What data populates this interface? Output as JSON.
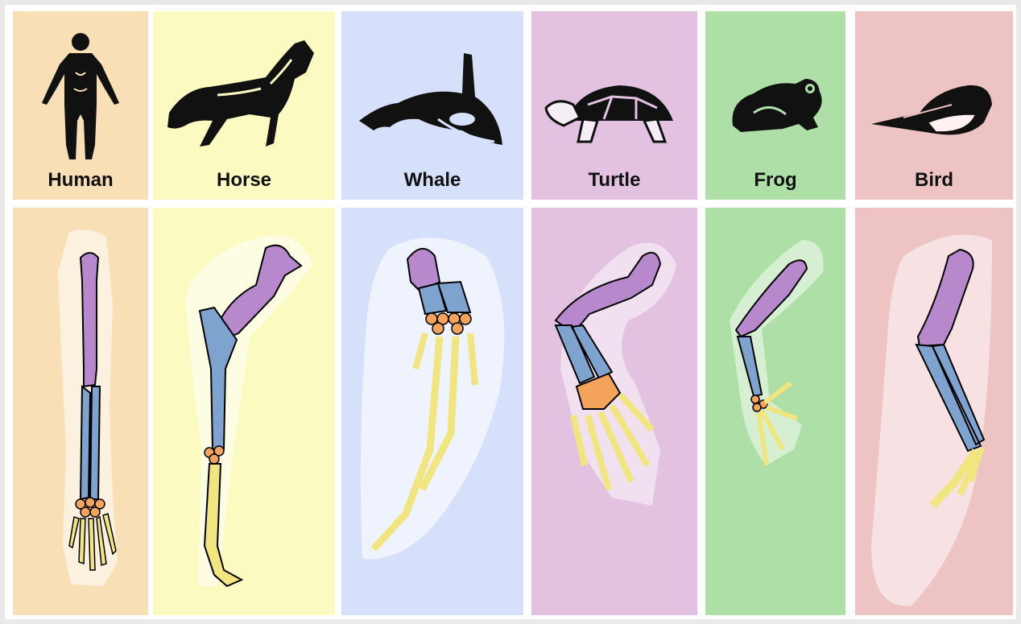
{
  "animals": [
    {
      "label": "Human",
      "bg": "#f9dfb6",
      "icon": "human-icon"
    },
    {
      "label": "Horse",
      "bg": "#fbfbc1",
      "icon": "horse-icon"
    },
    {
      "label": "Whale",
      "bg": "#d7e0fa",
      "icon": "whale-icon"
    },
    {
      "label": "Turtle",
      "bg": "#e3c2e1",
      "icon": "turtle-icon"
    },
    {
      "label": "Frog",
      "bg": "#addfa6",
      "icon": "frog-icon"
    },
    {
      "label": "Bird",
      "bg": "#eec3c4",
      "icon": "bird-icon"
    }
  ],
  "bone_colors": {
    "humerus": "#b888cc",
    "radius_ulna": "#7fa3cf",
    "carpals": "#f4a35a",
    "phalanges": "#f1e57f"
  }
}
